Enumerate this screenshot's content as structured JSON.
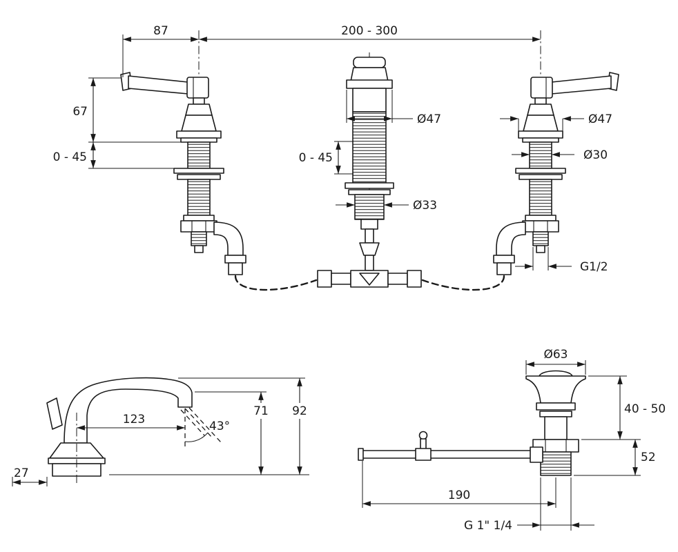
{
  "drawing": {
    "background": "#ffffff",
    "line_color": "#1a1a1a"
  },
  "mixer_view": {
    "dims": {
      "handle_offset": "87",
      "centers_spread": "200 - 300",
      "handle_height": "67",
      "deck_thickness_left": "0 - 45",
      "deck_thickness_center": "0 - 45",
      "spout_escutcheon_dia": "Ø47",
      "handle_escutcheon_dia": "Ø47",
      "handle_shank_dia": "Ø30",
      "spout_shank_dia": "Ø33",
      "supply_thread": "G1/2"
    }
  },
  "spout_view": {
    "dims": {
      "overall_height": "92",
      "outlet_height": "71",
      "reach": "123",
      "flow_angle": "43°",
      "base_offset": "27"
    }
  },
  "drain_view": {
    "dims": {
      "flange_dia": "Ø63",
      "deck_range": "40 - 50",
      "body_height": "52",
      "rod_length": "190",
      "waste_thread": "G 1\" 1/4"
    }
  }
}
